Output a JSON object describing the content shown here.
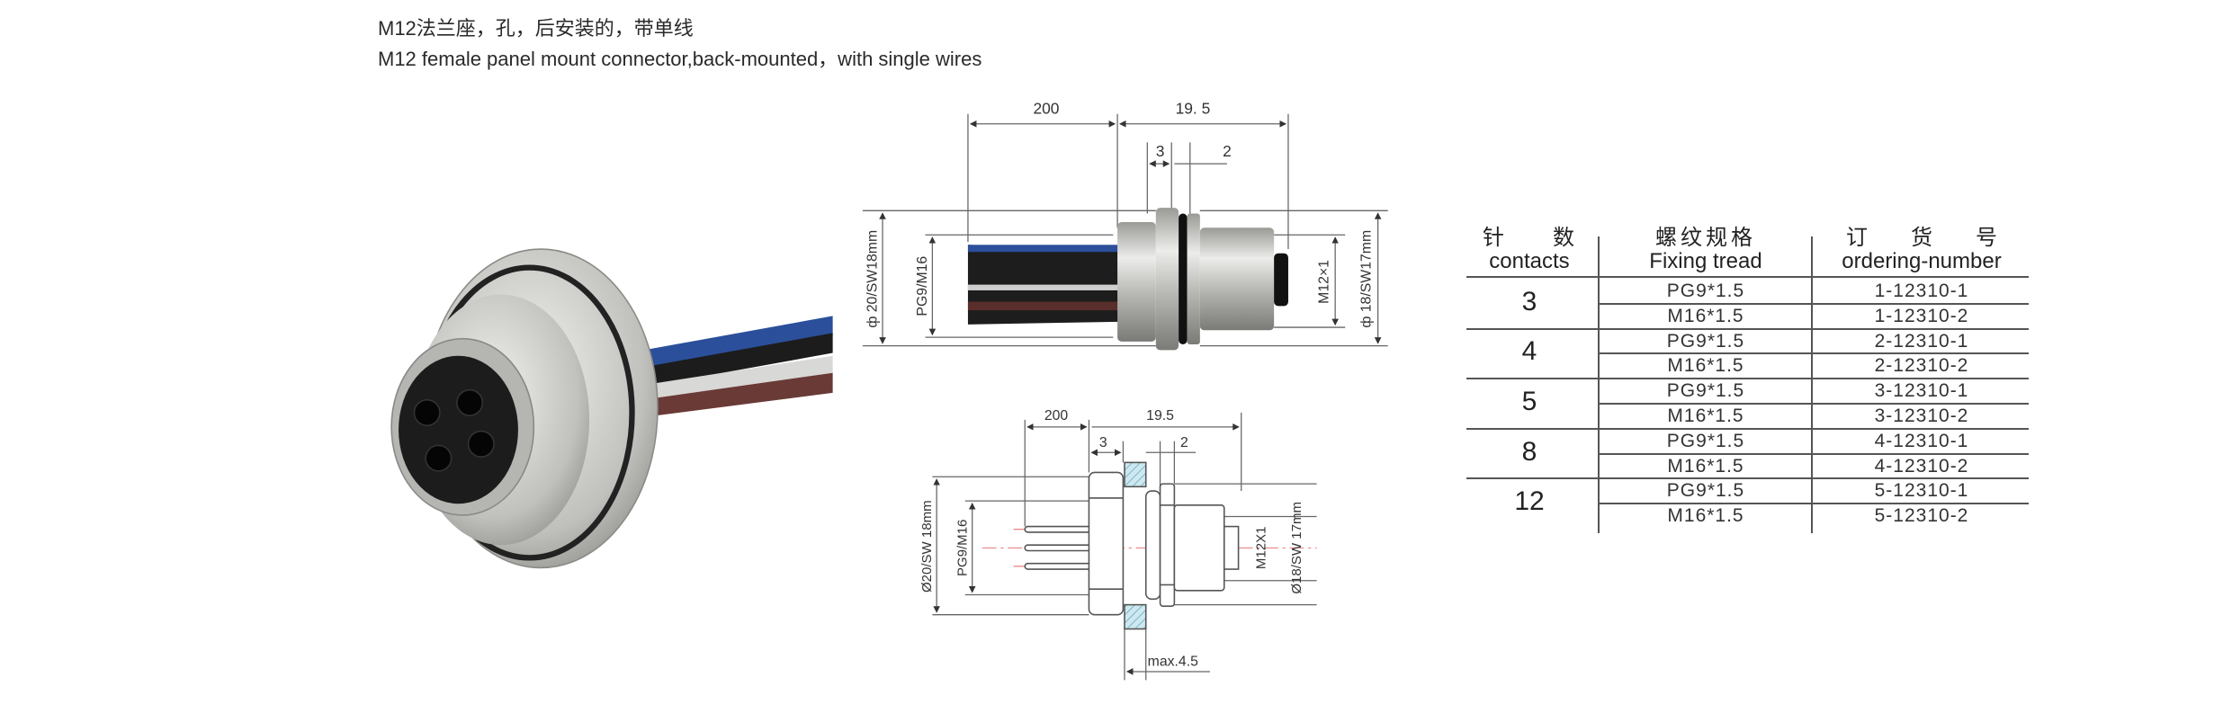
{
  "header": {
    "title_cn": "M12法兰座，孔，后安装的，带单线",
    "title_en": "M12 female panel mount connector,back-mounted，with single wires"
  },
  "drawing_top": {
    "dim_cable": "200",
    "dim_length": "19. 5",
    "dim_nut": "3",
    "dim_flange": "2",
    "label_outer": "ф 20/SW18mm",
    "label_thread": "PG9/M16",
    "label_m12": "M12×1",
    "label_body": "ф 18/SW17mm"
  },
  "drawing_bottom": {
    "dim_cable": "200",
    "dim_length": "19.5",
    "dim_nut": "3",
    "dim_flange": "2",
    "label_outer": "Ø20/SW 18mm",
    "label_thread": "PG9/M16",
    "label_m12": "M12X1",
    "label_body": "Ø18/SW 17mm",
    "label_panel": "max.4.5"
  },
  "colors": {
    "line": "#555555",
    "metal": "#c8c8c4",
    "hatch": "#8fc8d8",
    "centerline": "#e06060"
  },
  "table": {
    "headers": [
      {
        "cn": "针　　数",
        "en": "contacts"
      },
      {
        "cn": "螺纹规格",
        "en": "Fixing tread"
      },
      {
        "cn": "订　　货　　号",
        "en": "ordering-number"
      }
    ],
    "groups": [
      {
        "contacts": "3",
        "rows": [
          {
            "thread": "PG9*1.5",
            "order": "1-12310-1"
          },
          {
            "thread": "M16*1.5",
            "order": "1-12310-2"
          }
        ]
      },
      {
        "contacts": "4",
        "rows": [
          {
            "thread": "PG9*1.5",
            "order": "2-12310-1"
          },
          {
            "thread": "M16*1.5",
            "order": "2-12310-2"
          }
        ]
      },
      {
        "contacts": "5",
        "rows": [
          {
            "thread": "PG9*1.5",
            "order": "3-12310-1"
          },
          {
            "thread": "M16*1.5",
            "order": "3-12310-2"
          }
        ]
      },
      {
        "contacts": "8",
        "rows": [
          {
            "thread": "PG9*1.5",
            "order": "4-12310-1"
          },
          {
            "thread": "M16*1.5",
            "order": "4-12310-2"
          }
        ]
      },
      {
        "contacts": "12",
        "rows": [
          {
            "thread": "PG9*1.5",
            "order": "5-12310-1"
          },
          {
            "thread": "M16*1.5",
            "order": "5-12310-2"
          }
        ]
      }
    ]
  }
}
